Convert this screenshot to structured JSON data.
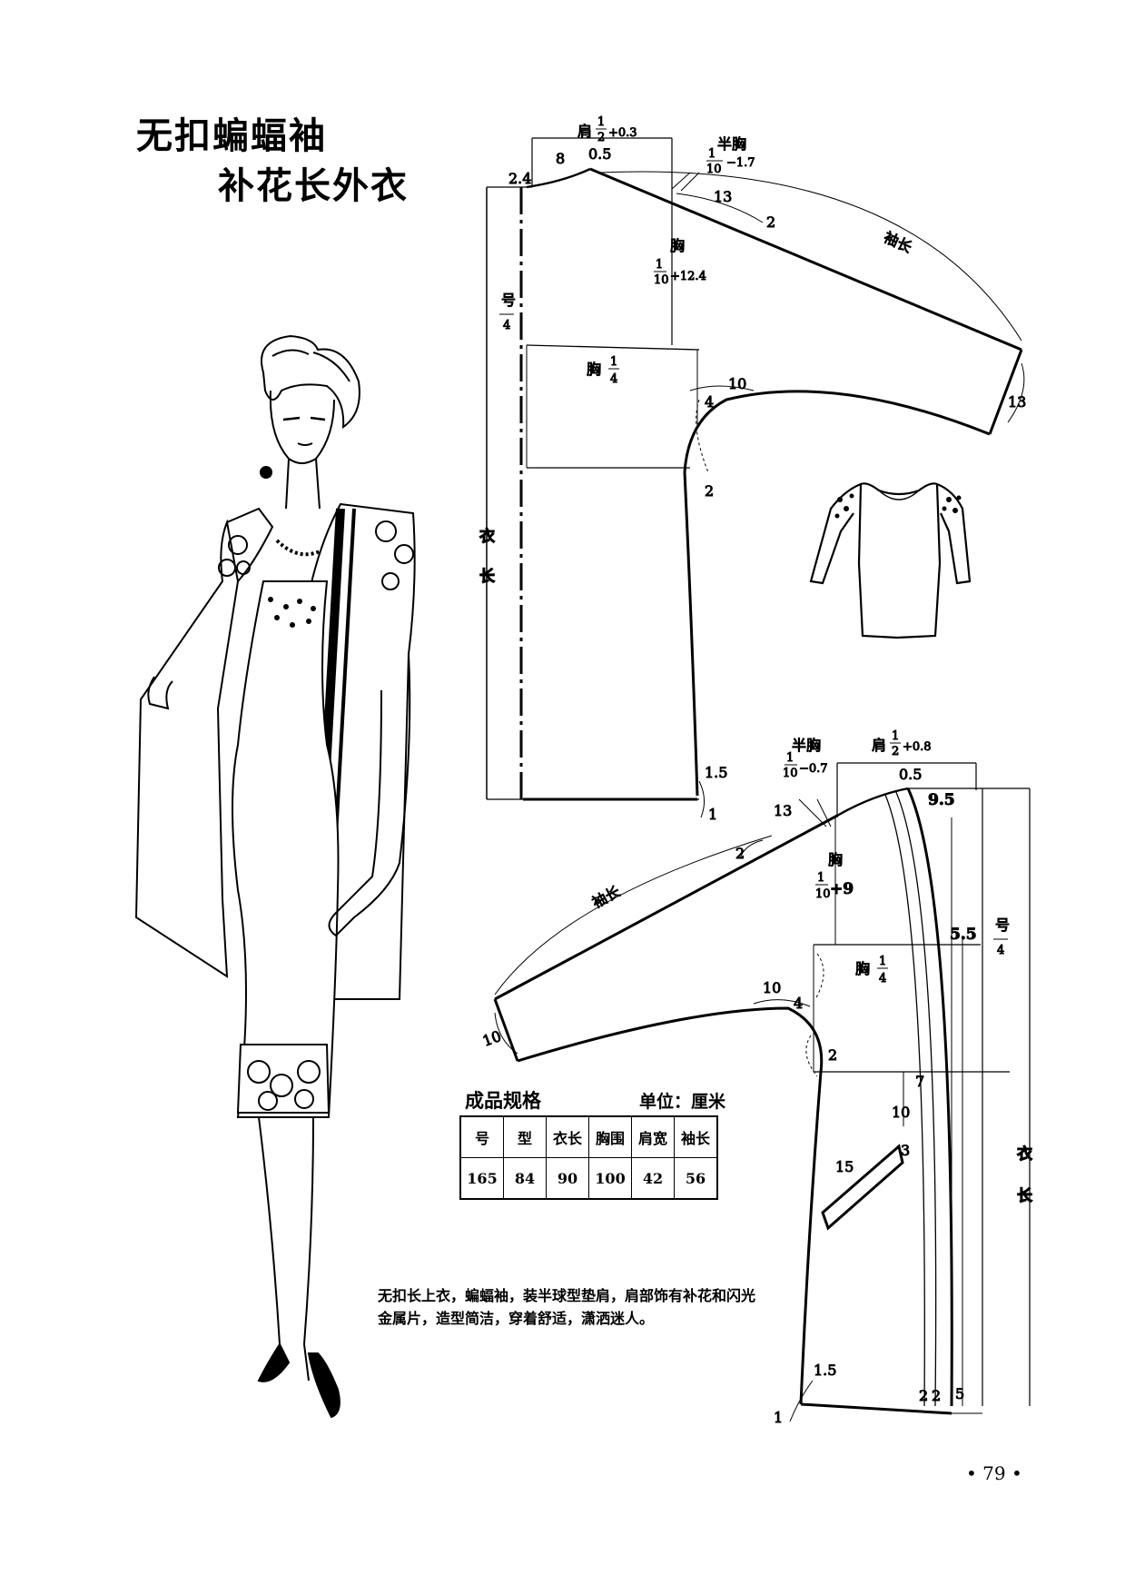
{
  "title": {
    "line1": "无扣蝙蝠袖",
    "line2": "补花长外衣"
  },
  "spec": {
    "heading": "成品规格",
    "unit": "单位：厘米",
    "headers": [
      "号",
      "型",
      "衣长",
      "胸围",
      "肩宽",
      "袖长"
    ],
    "values": [
      "165",
      "84",
      "90",
      "100",
      "42",
      "56"
    ]
  },
  "description": "无扣长上衣，蝙蝠袖，装半球型垫肩，肩部饰有补花和闪光金属片，造型简洁，穿着舒适，潇洒迷人。",
  "page_number": "• 79 •",
  "back_pattern": {
    "shoulder": "肩",
    "shoulder_extra": "+0.3",
    "half_chest": "半胸",
    "half_chest_extra": "−1.7",
    "collar_width": "8",
    "collar_drop": "0.5",
    "neck_depth": "2.4",
    "chest": "胸",
    "chest_extra": "+12.4",
    "size_label": "号",
    "bust_quarter": "胸",
    "sleeve_length": "袖长",
    "garment_length_1": "衣",
    "garment_length_2": "长",
    "dim_13_top": "13",
    "dim_2_top": "2",
    "dim_10": "10",
    "dim_4": "4",
    "dim_2_side": "2",
    "dim_13_cuff": "13",
    "dim_1_5": "1.5",
    "dim_1": "1"
  },
  "front_pattern": {
    "half_chest": "半胸",
    "half_chest_extra": "−0.7",
    "shoulder": "肩",
    "shoulder_extra": "+0.8",
    "collar_drop": "0.5",
    "collar_width": "9.5",
    "dim_13": "13",
    "dim_2": "2",
    "chest": "胸",
    "chest_extra": "+9",
    "sleeve_length": "袖长",
    "dim_5_5": "5.5",
    "size_label": "号",
    "bust_quarter": "胸",
    "dim_10_arm": "10",
    "dim_4": "4",
    "dim_10_cuff": "10",
    "dim_2_side": "2",
    "dim_7": "7",
    "dim_10_pocket": "10",
    "pocket_length": "15",
    "pocket_width": "3",
    "garment_length_1": "衣",
    "garment_length_2": "长",
    "dim_1_5": "1.5",
    "dim_1": "1",
    "hem_a": "2",
    "hem_b": "2",
    "hem_c": "5"
  }
}
